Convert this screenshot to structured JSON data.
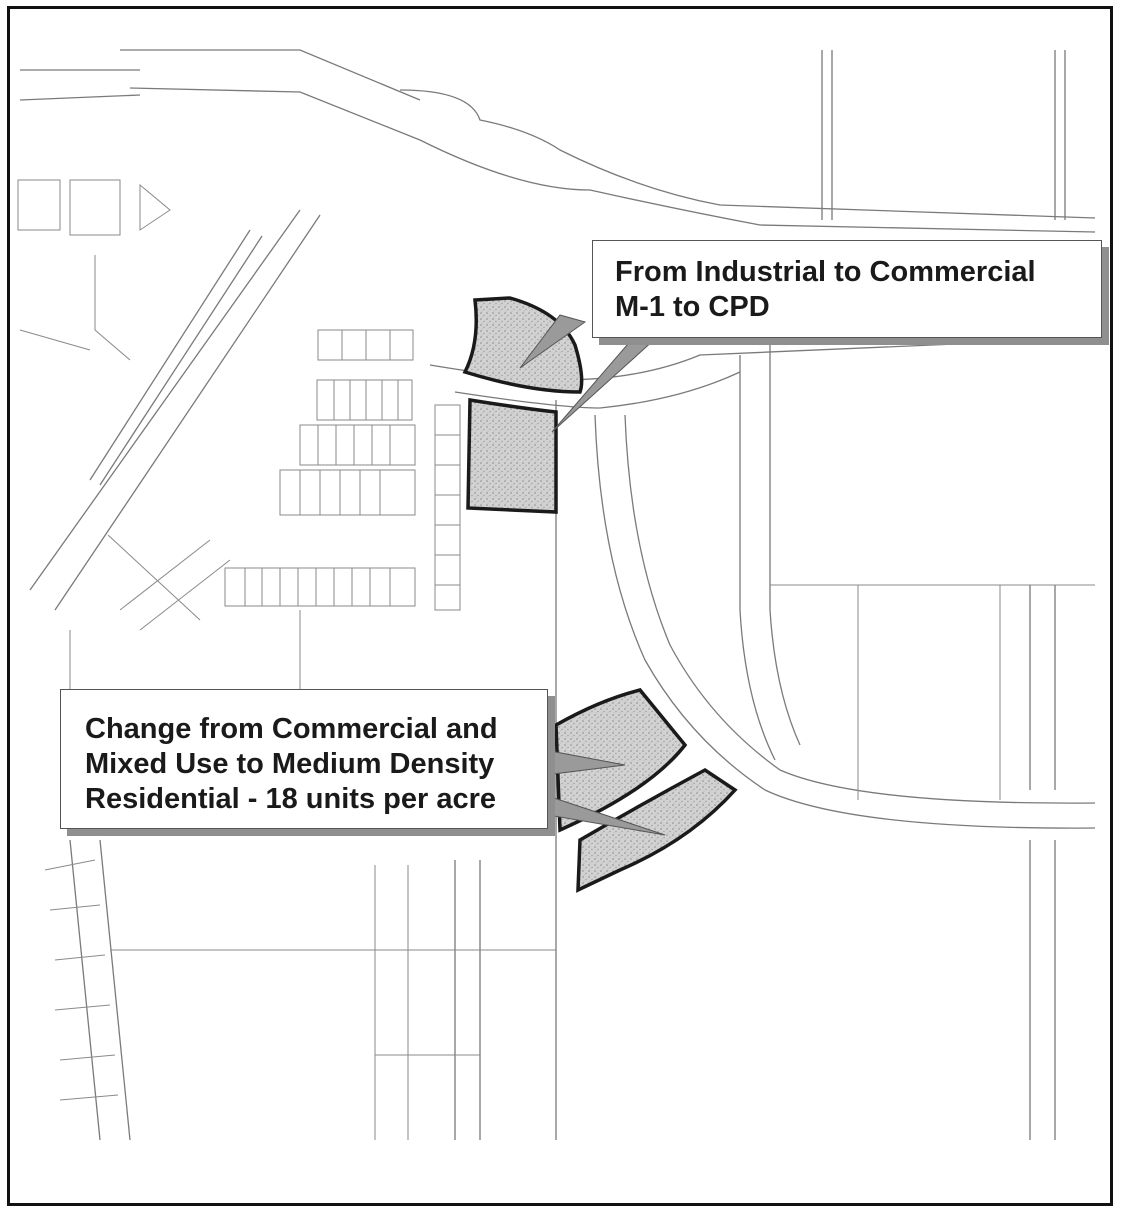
{
  "map": {
    "colors": {
      "street_line": "#7a7a7a",
      "lot_line": "#8a8a8a",
      "highlight_fill": "#cfcfcf",
      "highlight_stroke": "#1a1a1a",
      "callout_shadow": "#8f8f8f"
    },
    "callouts": {
      "top": {
        "line_1": "From Industrial to Commercial",
        "line_2": "M-1 to CPD"
      },
      "bottom": {
        "line_1": "Change from Commercial and",
        "line_2": "Mixed Use to Medium Density",
        "line_3": "Residential - 18 units per acre"
      }
    },
    "highlighted_parcels": [
      {
        "name": "industrial-to-commercial-north"
      },
      {
        "name": "industrial-to-commercial-south"
      },
      {
        "name": "commercial-to-residential-west"
      },
      {
        "name": "commercial-to-residential-east"
      }
    ]
  }
}
